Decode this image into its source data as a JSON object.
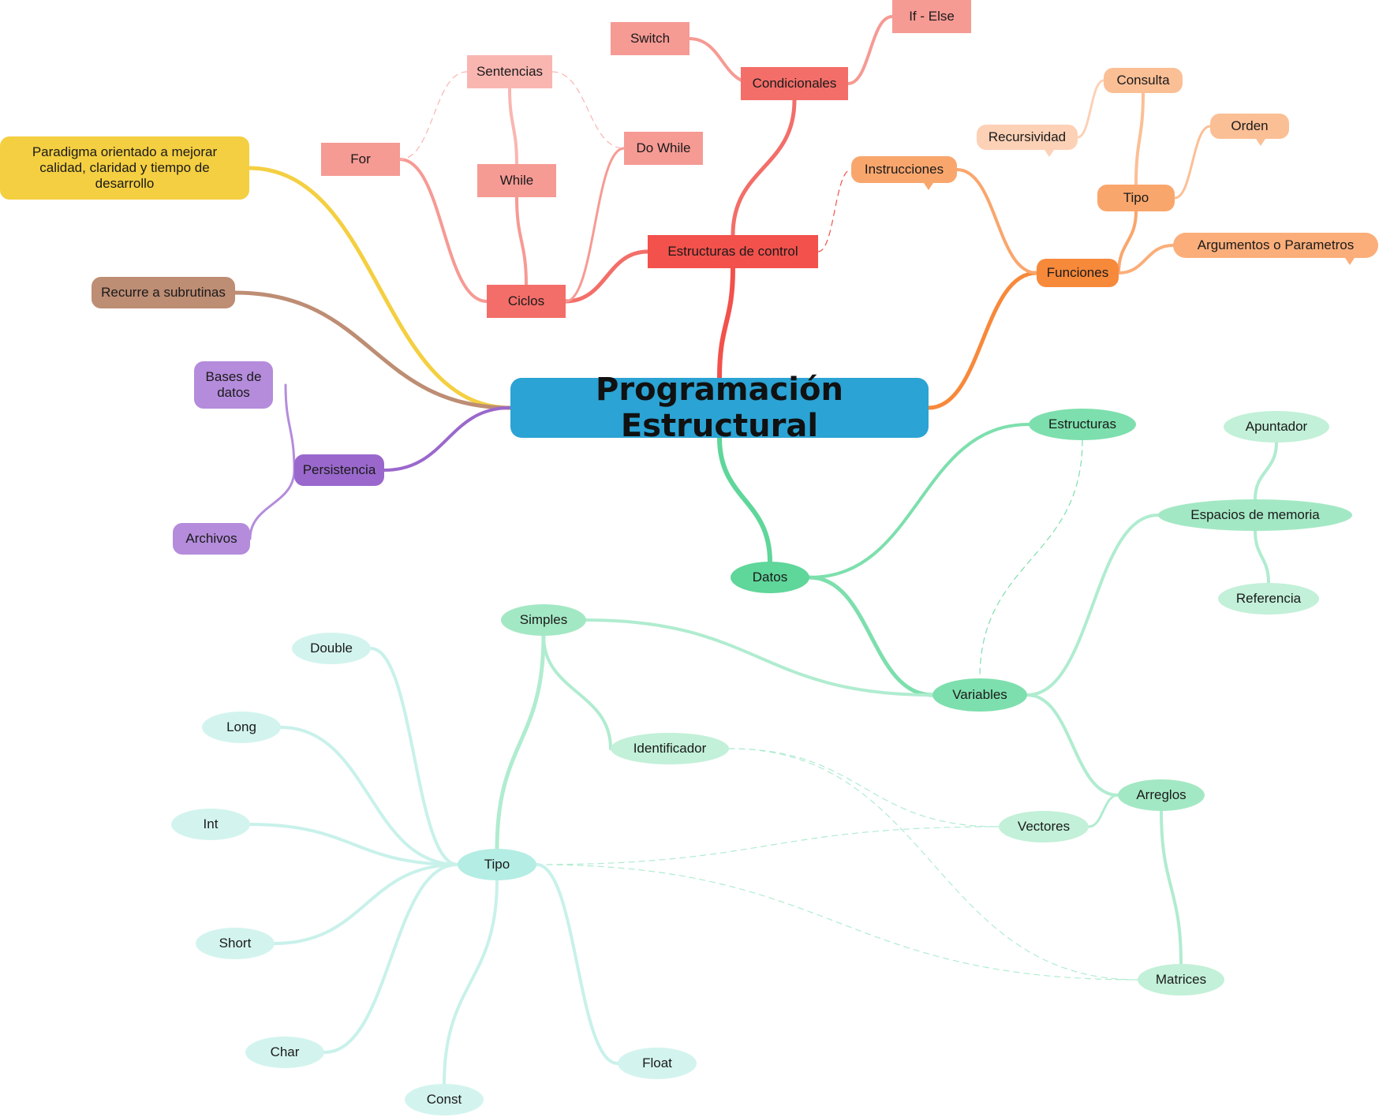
{
  "title": "Programación Estructural",
  "colors": {
    "central": "#2ba3d4",
    "control": "#f2514c",
    "control_light": "#f69a94",
    "functions": "#f7893b",
    "functions_light": "#fbbf95",
    "data": "#5fd69a",
    "data_light": "#b0ecd0",
    "type_light": "#c8f1ea",
    "persistence": "#9a68cc",
    "persistence_light": "#b48cdb",
    "paradigm": "#f4cf41",
    "subroutines": "#bd8d74"
  },
  "nodes": {
    "central": "Programación Estructural",
    "paradigma": "Paradigma orientado a mejorar calidad, claridad y tiempo de desarrollo",
    "subrutinas": "Recurre a subrutinas",
    "persistencia": "Persistencia",
    "bases_datos": "Bases de datos",
    "archivos": "Archivos",
    "estructuras_control": "Estructuras de control",
    "condicionales": "Condicionales",
    "switch": "Switch",
    "if_else": "If - Else",
    "ciclos": "Ciclos",
    "for": "For",
    "while": "While",
    "do_while": "Do While",
    "sentencias": "Sentencias",
    "funciones": "Funciones",
    "instrucciones": "Instrucciones",
    "tipo_fn": "Tipo",
    "consulta": "Consulta",
    "recursividad": "Recursividad",
    "orden": "Orden",
    "argumentos": "Argumentos o Parametros",
    "datos": "Datos",
    "estructuras": "Estructuras",
    "variables": "Variables",
    "espacios": "Espacios de memoria",
    "apuntador": "Apuntador",
    "referencia": "Referencia",
    "arreglos": "Arreglos",
    "vectores": "Vectores",
    "matrices": "Matrices",
    "simples": "Simples",
    "identificador": "Identificador",
    "tipo": "Tipo",
    "double": "Double",
    "long": "Long",
    "int": "Int",
    "short": "Short",
    "char": "Char",
    "const": "Const",
    "float": "Float"
  }
}
